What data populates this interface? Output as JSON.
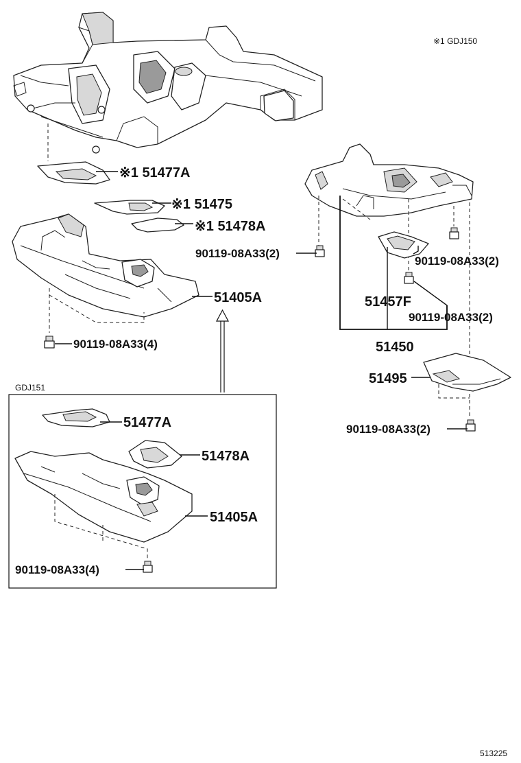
{
  "note": "※1 GDJ150",
  "inset_title": "GDJ151",
  "diagram_number": "513225",
  "labels": {
    "p51477a_top": "※1 51477A",
    "p51475": "※1 51475",
    "p51478a_top": "※1 51478A",
    "p51405a_top": "51405A",
    "bolt_left_top": "90119-08A33(4)",
    "bolt_center": "90119-08A33(2)",
    "bolt_right_1": "90119-08A33(2)",
    "p51457f": "51457F",
    "bolt_right_2": "90119-08A33(2)",
    "p51450": "51450",
    "p51495": "51495",
    "bolt_right_3": "90119-08A33(2)",
    "p51477a_inset": "51477A",
    "p51478a_inset": "51478A",
    "p51405a_inset": "51405A",
    "bolt_inset": "90119-08A33(4)"
  }
}
